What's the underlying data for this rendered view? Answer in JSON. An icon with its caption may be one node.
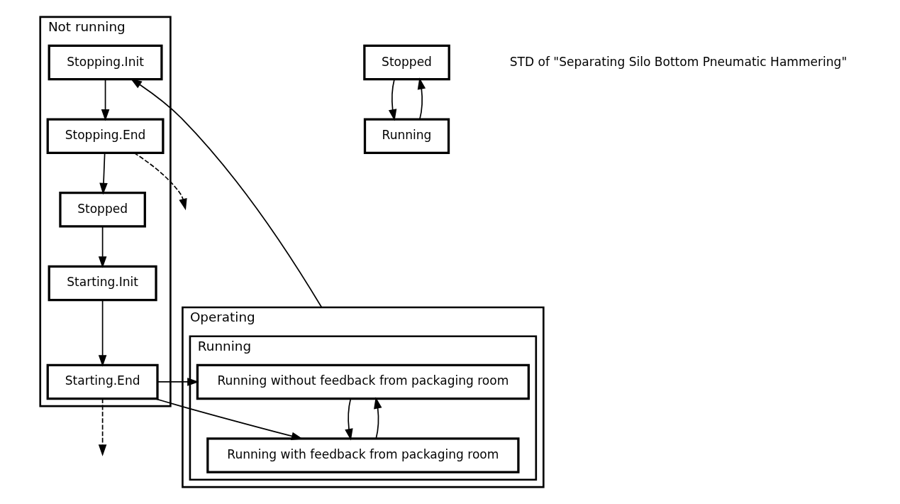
{
  "diagram": {
    "nodes": [
      {
        "text": [
          "Operating"
        ]
      },
      {
        "text": [
          "Running"
        ],
        "in": 0
      },
      {
        "text": [
          "Running without feedback from packaging room"
        ],
        "in": 1
      },
      {
        "text": [
          "Running with feedback from packaging room"
        ],
        "in": 1
      },
      {
        "text": [
          "Not running"
        ]
      },
      {
        "text": [
          "Starting.Init"
        ],
        "in": 4
      },
      {
        "text": [
          "Starting.End"
        ],
        "in": 4
      },
      {
        "text": [
          "Stopped"
        ],
        "in": 4
      },
      {
        "text": [
          "Stopping.End"
        ],
        "in": 4
      },
      {
        "text": [
          "Stopping.Init"
        ],
        "in": 4
      },
      {
        "text": [
          "Stopped"
        ]
      },
      {
        "text": [
          "Running"
        ]
      }
    ],
    "edges": [
      {
        "from": 2,
        "to": 3,
        "arrow": "to"
      },
      {
        "from": 3,
        "to": 2,
        "arrow": "to"
      },
      {
        "from": 6,
        "to": 2,
        "arrow": "to"
      },
      {
        "from": 6,
        "to": 3,
        "arrow": "to"
      },
      {
        "from": 5,
        "to": 6,
        "arrow": "to"
      },
      {
        "from": 0,
        "to": 9,
        "arrow": "to"
      },
      {
        "from": 9,
        "to": 8,
        "arrow": "to"
      },
      {
        "from": 8,
        "to": 7,
        "arrow": "to"
      },
      {
        "from": 7,
        "to": 5,
        "arrow": "to"
      },
      {
        "from": 10,
        "to": 11,
        "arrow": "to"
      },
      {
        "from": 11,
        "to": 10,
        "arrow": "to"
      },
      {
        "from": 6,
        "to": null,
        "arrow": "to",
        "style": "dashed"
      },
      {
        "from": 8,
        "to": null,
        "arrow": "to",
        "style": "dashed"
      }
    ],
    "labels": [
      "STD of \"Separating Silo Bottom Pneumatic Hammering\""
    ]
  }
}
